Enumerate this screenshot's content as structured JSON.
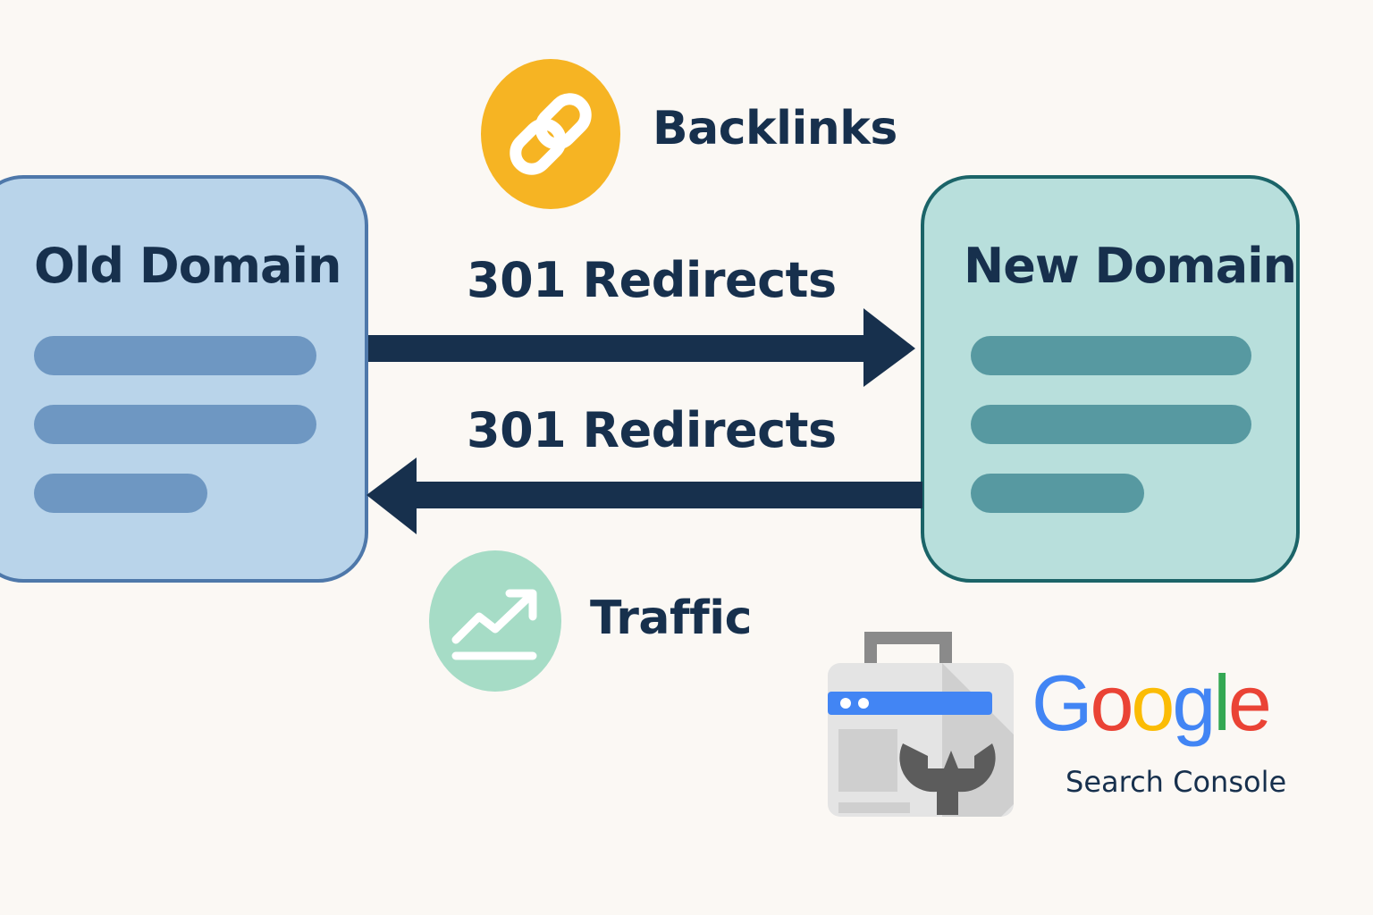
{
  "colors": {
    "background": "#fbf8f4",
    "text": "#17304d",
    "old_fill": "#b9d4ea",
    "old_border": "#4e78aa",
    "old_bar": "#6e97c2",
    "new_fill": "#b8dfdc",
    "new_border": "#1b6468",
    "new_bar": "#5799a1",
    "arrow": "#17304d",
    "backlinks_icon_bg": "#f6b423",
    "traffic_icon_bg": "#a6dcc6",
    "google_blue": "#4285f4",
    "google_red": "#ea4335",
    "google_yellow": "#fbbc05",
    "google_green": "#34a853"
  },
  "old_domain": {
    "title": "Old Domain"
  },
  "new_domain": {
    "title": "New Domain"
  },
  "redirects": {
    "forward_label": "301 Redirects",
    "backward_label": "301 Redirects"
  },
  "backlinks": {
    "label": "Backlinks",
    "icon": "link-icon"
  },
  "traffic": {
    "label": "Traffic",
    "icon": "trending-up-icon"
  },
  "search_console": {
    "logo_letters": [
      "G",
      "o",
      "o",
      "g",
      "l",
      "e"
    ],
    "subtitle": "Search Console",
    "icon": "search-console-toolbox-icon"
  }
}
